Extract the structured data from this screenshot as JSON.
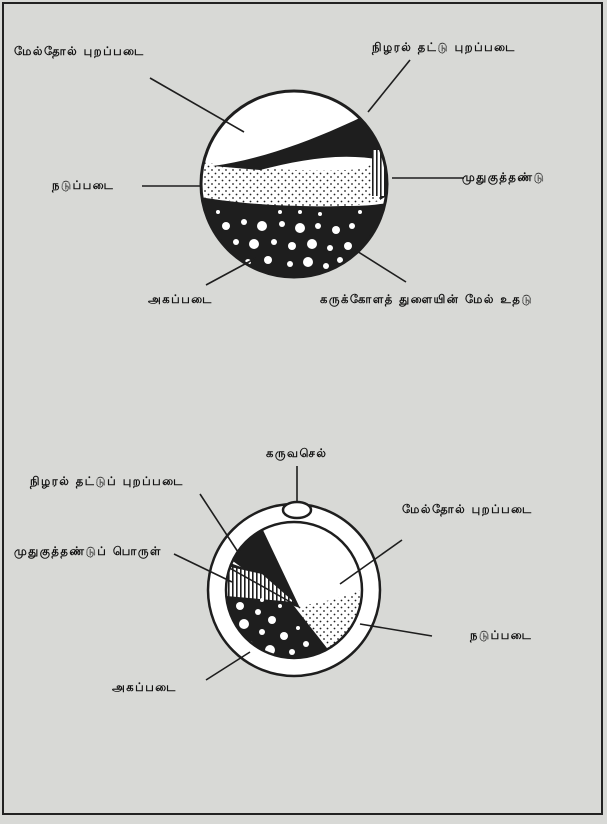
{
  "diagram_top": {
    "labels": {
      "epidermis": "மேல்தோல் புறப்படை",
      "neural_plate": "நிழரல் தட்டு புறப்படை",
      "notochord": "முதுகுத்தண்டு",
      "mesoderm": "நடுப்படை",
      "endoderm": "அகப்படை",
      "blastopore_lip": "கருக்கோளத் துளையின் மேல் உதடு"
    }
  },
  "diagram_bottom": {
    "labels": {
      "polar_body": "கருவசெல்",
      "neural_plate": "நிழரல் தட்டுப் புறப்படை",
      "epidermis": "மேல்தோல் புறப்படை",
      "notochord": "முதுகுத்தண்டுப் பொருள்",
      "mesoderm": "நடுப்படை",
      "endoderm": "அகப்படை"
    }
  },
  "colors": {
    "ink": "#1e1e1e",
    "paper": "#d8d9d6",
    "white": "#ffffff"
  }
}
